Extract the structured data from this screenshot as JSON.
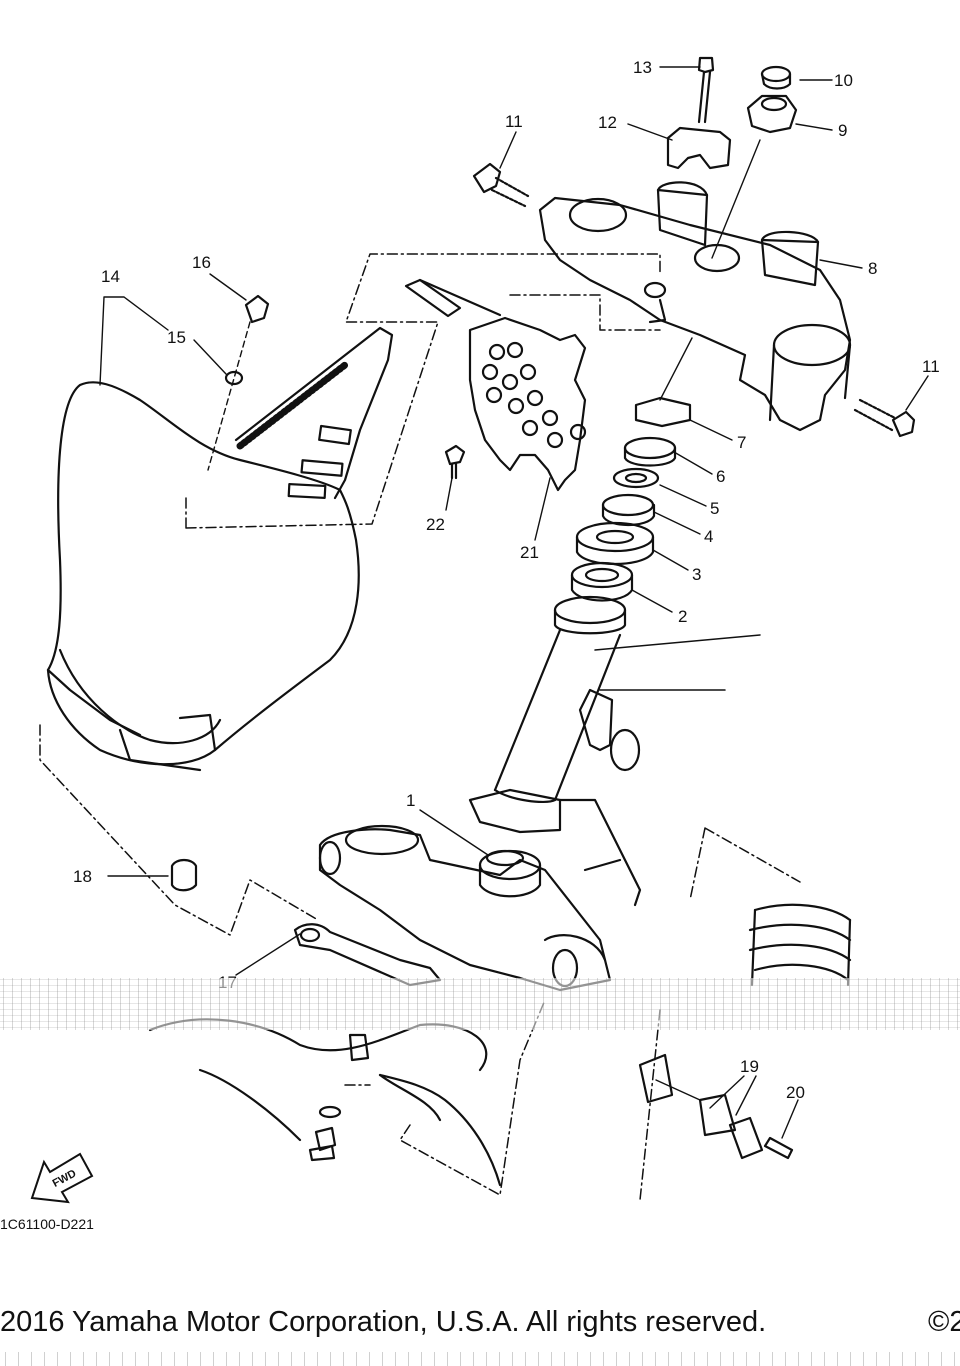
{
  "callouts": {
    "c1": "1",
    "c2": "2",
    "c3": "3",
    "c4": "4",
    "c5": "5",
    "c6": "6",
    "c7": "7",
    "c8": "8",
    "c9": "9",
    "c10": "10",
    "c11a": "11",
    "c11b": "11",
    "c12": "12",
    "c13": "13",
    "c14": "14",
    "c15": "15",
    "c16": "16",
    "c17": "17",
    "c18": "18",
    "c19": "19",
    "c20": "20",
    "c21": "21",
    "c22": "22"
  },
  "fwd_label": "FWD",
  "diagram_code": "1C61100-D221",
  "copyright": "2016 Yamaha Motor Corporation, U.S.A. All rights reserved.",
  "copyright_right": "©2"
}
